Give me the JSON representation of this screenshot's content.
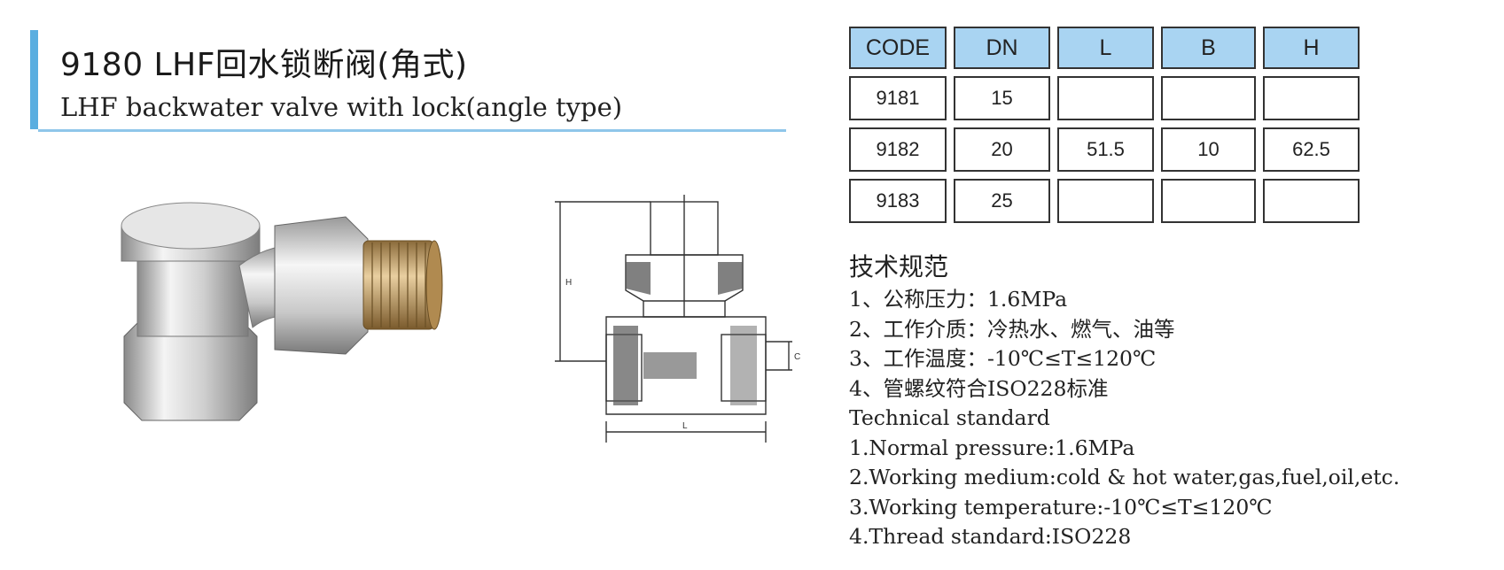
{
  "header": {
    "title": "9180 LHF回水锁断阀(角式)",
    "subtitle": "LHF backwater valve with lock(angle type)"
  },
  "drawing": {
    "dim_h": "H",
    "dim_c": "C",
    "dim_l": "L"
  },
  "table": {
    "headers": [
      "CODE",
      "DN",
      "L",
      "B",
      "H"
    ],
    "rows": [
      [
        "9181",
        "15",
        "",
        "",
        ""
      ],
      [
        "9182",
        "20",
        "51.5",
        "10",
        "62.5"
      ],
      [
        "9183",
        "25",
        "",
        "",
        ""
      ]
    ]
  },
  "specs": {
    "heading": "技术规范",
    "lines": [
      "1、公称压力：1.6MPa",
      "2、工作介质：冷热水、燃气、油等",
      "3、工作温度：-10℃≤T≤120℃",
      "4、管螺纹符合ISO228标准",
      "Technical standard",
      "1.Normal pressure:1.6MPa",
      "2.Working medium:cold & hot water,gas,fuel,oil,etc.",
      "3.Working temperature:-10℃≤T≤120℃",
      "4.Thread standard:ISO228"
    ]
  },
  "colors": {
    "accent_bar": "#5aaee0",
    "header_cell": "#a9d4f2"
  }
}
